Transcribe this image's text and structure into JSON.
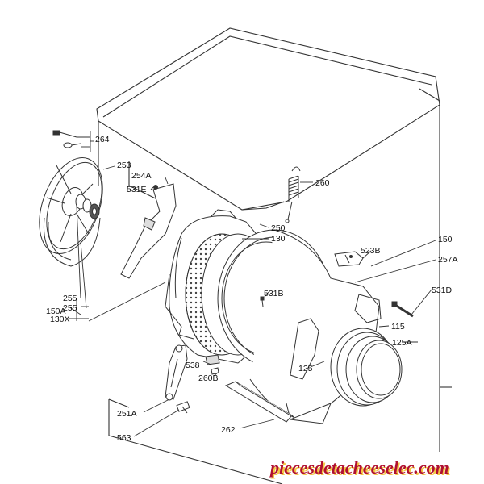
{
  "diagram": {
    "type": "exploded-parts-diagram",
    "subject": "washing machine drum and tub assembly",
    "line_color": "#333333",
    "callouts": {
      "c264": "264",
      "c253": "253",
      "c254A": "254A",
      "c531E": "531E",
      "c260": "260",
      "c250": "250",
      "c130": "130",
      "c523B": "523B",
      "c150": "150",
      "c257A": "257A",
      "c531D": "531D",
      "c531B": "531B",
      "c115": "115",
      "c125A": "125A",
      "c125": "125",
      "c255a": "255",
      "c255b": "255",
      "c150A": "150A",
      "c130X": "130X",
      "c538": "538",
      "c260B": "260B",
      "c251A": "251A",
      "c563": "563",
      "c262": "262"
    }
  },
  "watermark": {
    "text": "piecesdetacheeselec.com",
    "color": "#b01030",
    "shadow_color": "#f4c842"
  }
}
